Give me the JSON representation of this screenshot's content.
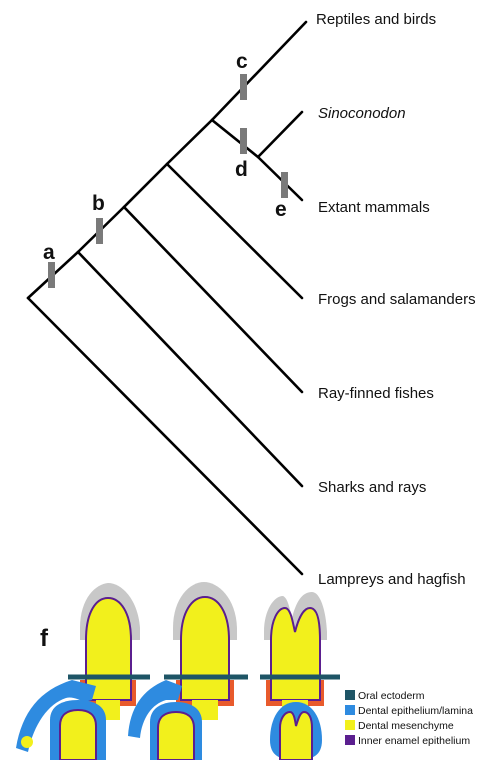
{
  "cladogram": {
    "taxa": [
      {
        "id": "reptiles-birds",
        "label": "Reptiles and birds",
        "italic": false
      },
      {
        "id": "sinoconodon",
        "label": "Sinoconodon",
        "italic": true
      },
      {
        "id": "extant-mammals",
        "label": "Extant mammals",
        "italic": false
      },
      {
        "id": "frogs-salamanders",
        "label": "Frogs and salamanders",
        "italic": false
      },
      {
        "id": "ray-finned-fishes",
        "label": "Ray-finned fishes",
        "italic": false
      },
      {
        "id": "sharks-rays",
        "label": "Sharks and rays",
        "italic": false
      },
      {
        "id": "lampreys-hagfish",
        "label": "Lampreys and hagfish",
        "italic": false
      }
    ],
    "markers": [
      "a",
      "b",
      "c",
      "d",
      "e"
    ]
  },
  "panel_f": {
    "label": "f",
    "legend": [
      {
        "label": "Oral ectoderm",
        "color": "#1e5566"
      },
      {
        "label": "Dental epithelium/lamina",
        "color": "#2e8be0"
      },
      {
        "label": "Dental mesenchyme",
        "color": "#f2f01c"
      },
      {
        "label": "Inner enamel epithelium",
        "color": "#5b1f8f"
      }
    ]
  },
  "colors": {
    "branch": "#000000",
    "marker_bar": "#7a7a7a",
    "enamel": "#c8c8c8",
    "red_tissue": "#e85a2c"
  }
}
